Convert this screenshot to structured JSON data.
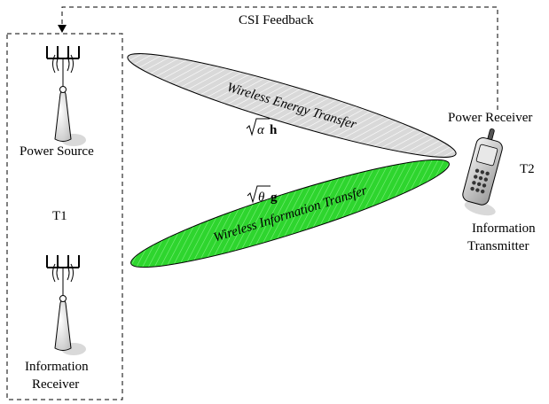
{
  "feedback": {
    "label": "CSI Feedback"
  },
  "t1": {
    "name": "T1",
    "power_source": "Power Source",
    "info_receiver": [
      "Information",
      "Receiver"
    ]
  },
  "t2": {
    "name": "T2",
    "power_receiver": "Power Receiver",
    "info_transmitter": [
      "Information",
      "Transmitter"
    ]
  },
  "energy_link": {
    "label": "Wireless Energy Transfer",
    "sqrt_arg": "α",
    "vector": "h",
    "color": "#d9d9d9"
  },
  "info_link": {
    "label": "Wireless Information Transfer",
    "sqrt_arg": "θ",
    "vector": "g",
    "color": "#33dd33"
  },
  "icons": {
    "tower_top": "tower-antenna-icon",
    "tower_bottom": "tower-antenna-icon",
    "phone": "mobile-phone-icon"
  }
}
